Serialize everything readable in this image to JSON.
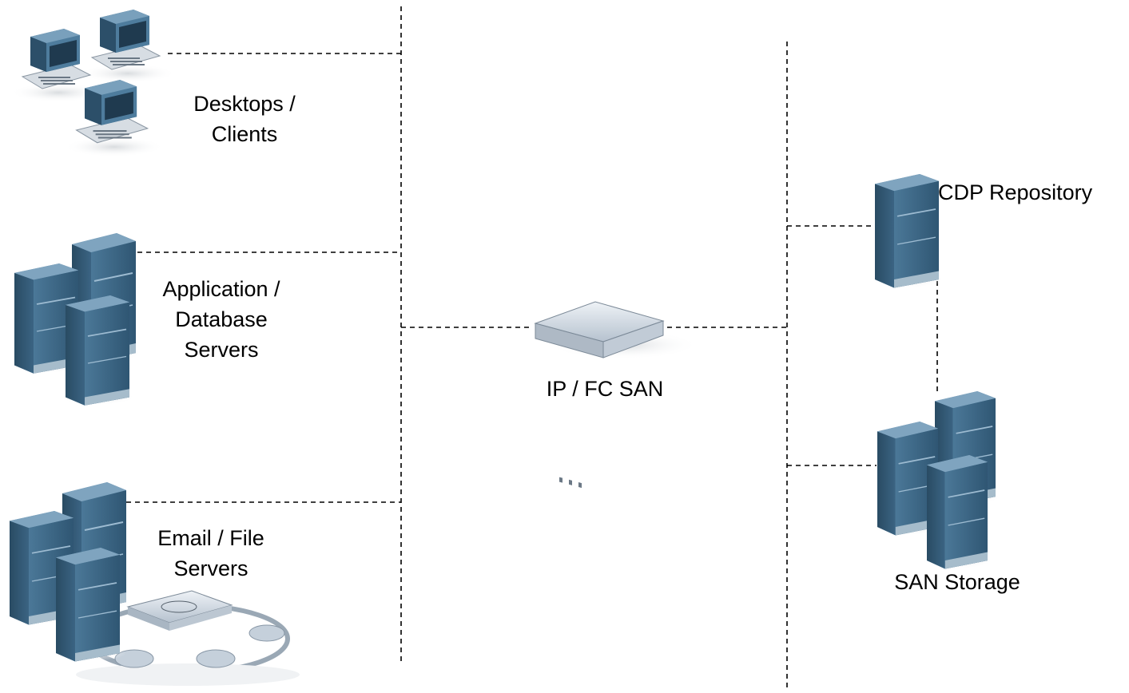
{
  "labels": {
    "desktops_line1": "Desktops /",
    "desktops_line2": "Clients",
    "app_line1": "Application /",
    "app_line2": "Database",
    "app_line3": "Servers",
    "email_line1": "Email / File",
    "email_line2": "Servers",
    "san": "IP / FC SAN",
    "cdp": "CDP Repository",
    "storage": "SAN Storage"
  },
  "colors": {
    "server_front": "#3f6c8c",
    "server_side": "#2e5470",
    "server_top": "#6f97b5",
    "monitor": "#4d7a9b",
    "keyboard": "#d8dde2",
    "switch": "#c9d3de",
    "line": "#000000",
    "shadow": "#e6e8ea"
  },
  "icons": [
    "desktop-computer-icon",
    "server-tower-icon",
    "san-switch-icon",
    "ring-network-icon"
  ]
}
